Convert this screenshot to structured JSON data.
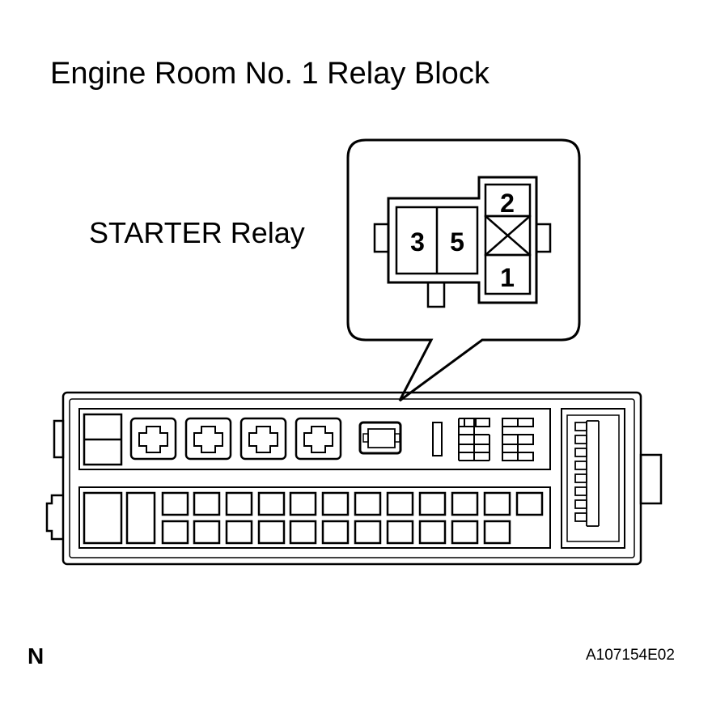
{
  "title": "Engine Room No. 1 Relay Block",
  "callout_label": "STARTER Relay",
  "orientation_mark": "N",
  "reference_code": "A107154E02",
  "relay_terminals": {
    "pin_3": "3",
    "pin_5": "5",
    "pin_2": "2",
    "pin_1": "1"
  }
}
